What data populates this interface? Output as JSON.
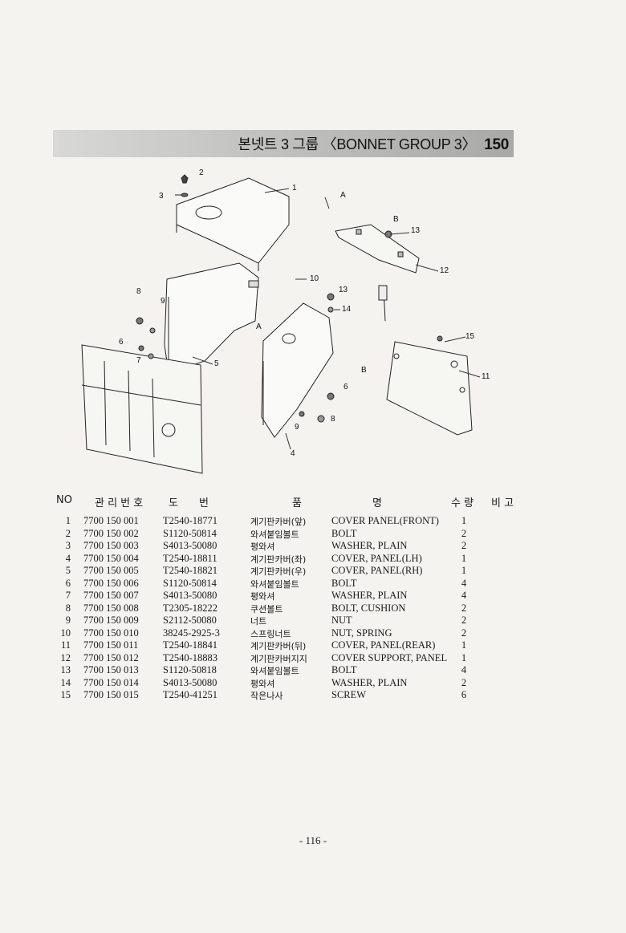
{
  "header": {
    "title": "본넷트 3 그룹 〈BONNET GROUP 3〉",
    "group_number": "150"
  },
  "diagram": {
    "callouts": [
      "1",
      "2",
      "3",
      "4",
      "5",
      "6",
      "6",
      "7",
      "8",
      "8",
      "9",
      "9",
      "10",
      "11",
      "12",
      "13",
      "13",
      "14",
      "15",
      "A",
      "A",
      "B",
      "B"
    ]
  },
  "table": {
    "columns": {
      "no": "NO",
      "mgmt": "관 리 번 호",
      "drawing": "도　　번",
      "name_kor": "품",
      "name_eng": "명",
      "qty": "수 량",
      "remark": "비 고"
    },
    "rows": [
      {
        "no": "1",
        "mgmt": "7700 150 001",
        "drawing": "T2540-18771",
        "kor": "계기판카버(앞)",
        "eng": "COVER PANEL(FRONT)",
        "qty": "1"
      },
      {
        "no": "2",
        "mgmt": "7700 150 002",
        "drawing": "S1120-50814",
        "kor": "와셔붙임볼트",
        "eng": "BOLT",
        "qty": "2"
      },
      {
        "no": "3",
        "mgmt": "7700 150 003",
        "drawing": "S4013-50080",
        "kor": "평와셔",
        "eng": "WASHER, PLAIN",
        "qty": "2"
      },
      {
        "no": "4",
        "mgmt": "7700 150 004",
        "drawing": "T2540-18811",
        "kor": "계기판카버(좌)",
        "eng": "COVER, PANEL(LH)",
        "qty": "1"
      },
      {
        "no": "5",
        "mgmt": "7700 150 005",
        "drawing": "T2540-18821",
        "kor": "계기판카버(우)",
        "eng": "COVER, PANEL(RH)",
        "qty": "1"
      },
      {
        "no": "6",
        "mgmt": "7700 150 006",
        "drawing": "S1120-50814",
        "kor": "와셔붙임볼트",
        "eng": "BOLT",
        "qty": "4"
      },
      {
        "no": "7",
        "mgmt": "7700 150 007",
        "drawing": "S4013-50080",
        "kor": "평와셔",
        "eng": "WASHER, PLAIN",
        "qty": "4"
      },
      {
        "no": "8",
        "mgmt": "7700 150 008",
        "drawing": "T2305-18222",
        "kor": "쿠션볼트",
        "eng": "BOLT, CUSHION",
        "qty": "2"
      },
      {
        "no": "9",
        "mgmt": "7700 150 009",
        "drawing": "S2112-50080",
        "kor": "너트",
        "eng": "NUT",
        "qty": "2"
      },
      {
        "no": "10",
        "mgmt": "7700 150 010",
        "drawing": "38245-2925-3",
        "kor": "스프링너트",
        "eng": "NUT, SPRING",
        "qty": "2"
      },
      {
        "no": "11",
        "mgmt": "7700 150 011",
        "drawing": "T2540-18841",
        "kor": "계기판카버(뒤)",
        "eng": "COVER, PANEL(REAR)",
        "qty": "1"
      },
      {
        "no": "12",
        "mgmt": "7700 150 012",
        "drawing": "T2540-18883",
        "kor": "계기판카버지지",
        "eng": "COVER SUPPORT, PANEL",
        "qty": "1"
      },
      {
        "no": "13",
        "mgmt": "7700 150 013",
        "drawing": "S1120-50818",
        "kor": "와셔붙임볼트",
        "eng": "BOLT",
        "qty": "4"
      },
      {
        "no": "14",
        "mgmt": "7700 150 014",
        "drawing": "S4013-50080",
        "kor": "평와셔",
        "eng": "WASHER, PLAIN",
        "qty": "2"
      },
      {
        "no": "15",
        "mgmt": "7700 150 015",
        "drawing": "T2540-41251",
        "kor": "작은나사",
        "eng": "SCREW",
        "qty": "6"
      }
    ]
  },
  "footer": {
    "page": "- 116 -"
  }
}
